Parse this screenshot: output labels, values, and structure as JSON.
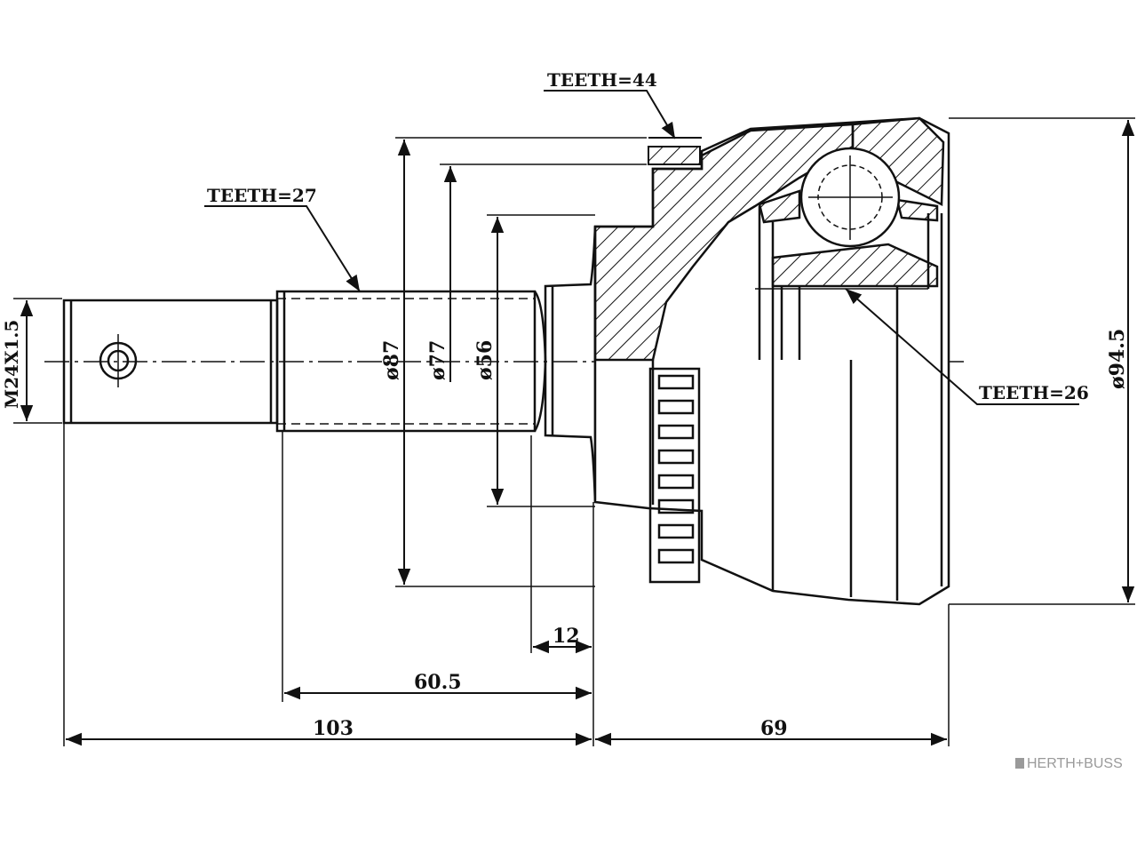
{
  "labels": {
    "teeth_top": "TEETH=44",
    "teeth_shaft": "TEETH=27",
    "teeth_inner": "TEETH=26",
    "thread": "M24X1.5"
  },
  "dimensions": {
    "dia_87": "ø87",
    "dia_77": "ø77",
    "dia_56": "ø56",
    "dia_94_5": "ø94.5",
    "len_12": "12",
    "len_60_5": "60.5",
    "len_103": "103",
    "len_69": "69"
  },
  "brand": {
    "name": "HERTH+BUSS"
  },
  "colors": {
    "line": "#111111",
    "brand": "#9a9a9a"
  }
}
